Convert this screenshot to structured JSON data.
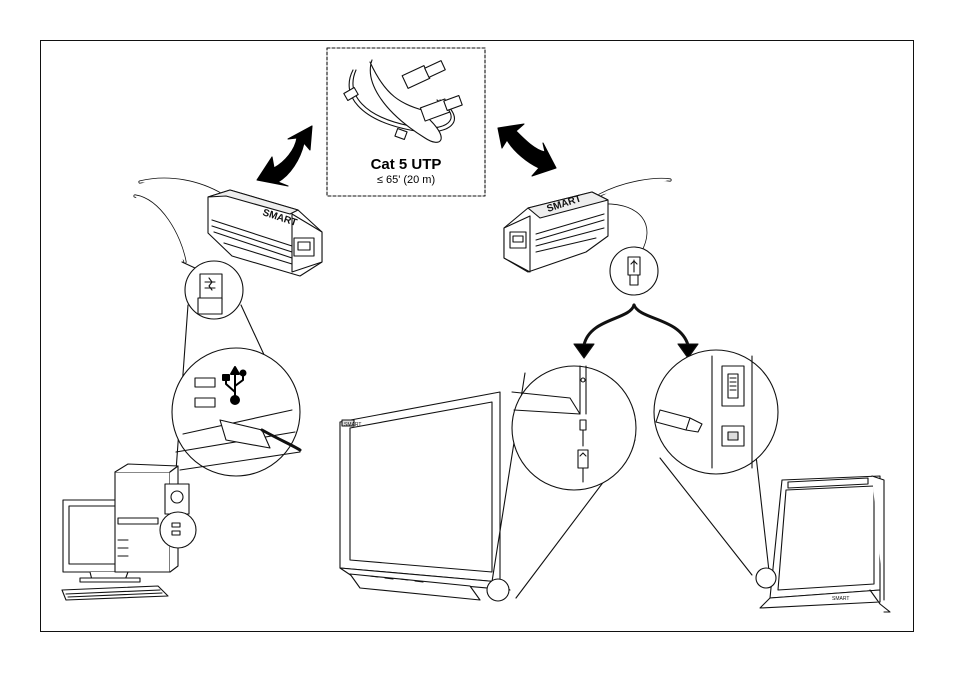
{
  "cable": {
    "name": "Cat 5 UTP",
    "length": "≤ 65' (20 m)"
  },
  "brand": {
    "extender_logo": "SMART",
    "board_logo": "SMART",
    "display_logo": "SMART"
  },
  "colors": {
    "line": "#111111",
    "fill": "#ffffff",
    "shade": "#d9d9d9",
    "arrow": "#000000"
  },
  "icons": {
    "usb": "usb-trident-icon",
    "arrows": "double-headed-curved-arrow",
    "down_arrows": "branch-down-arrow"
  }
}
